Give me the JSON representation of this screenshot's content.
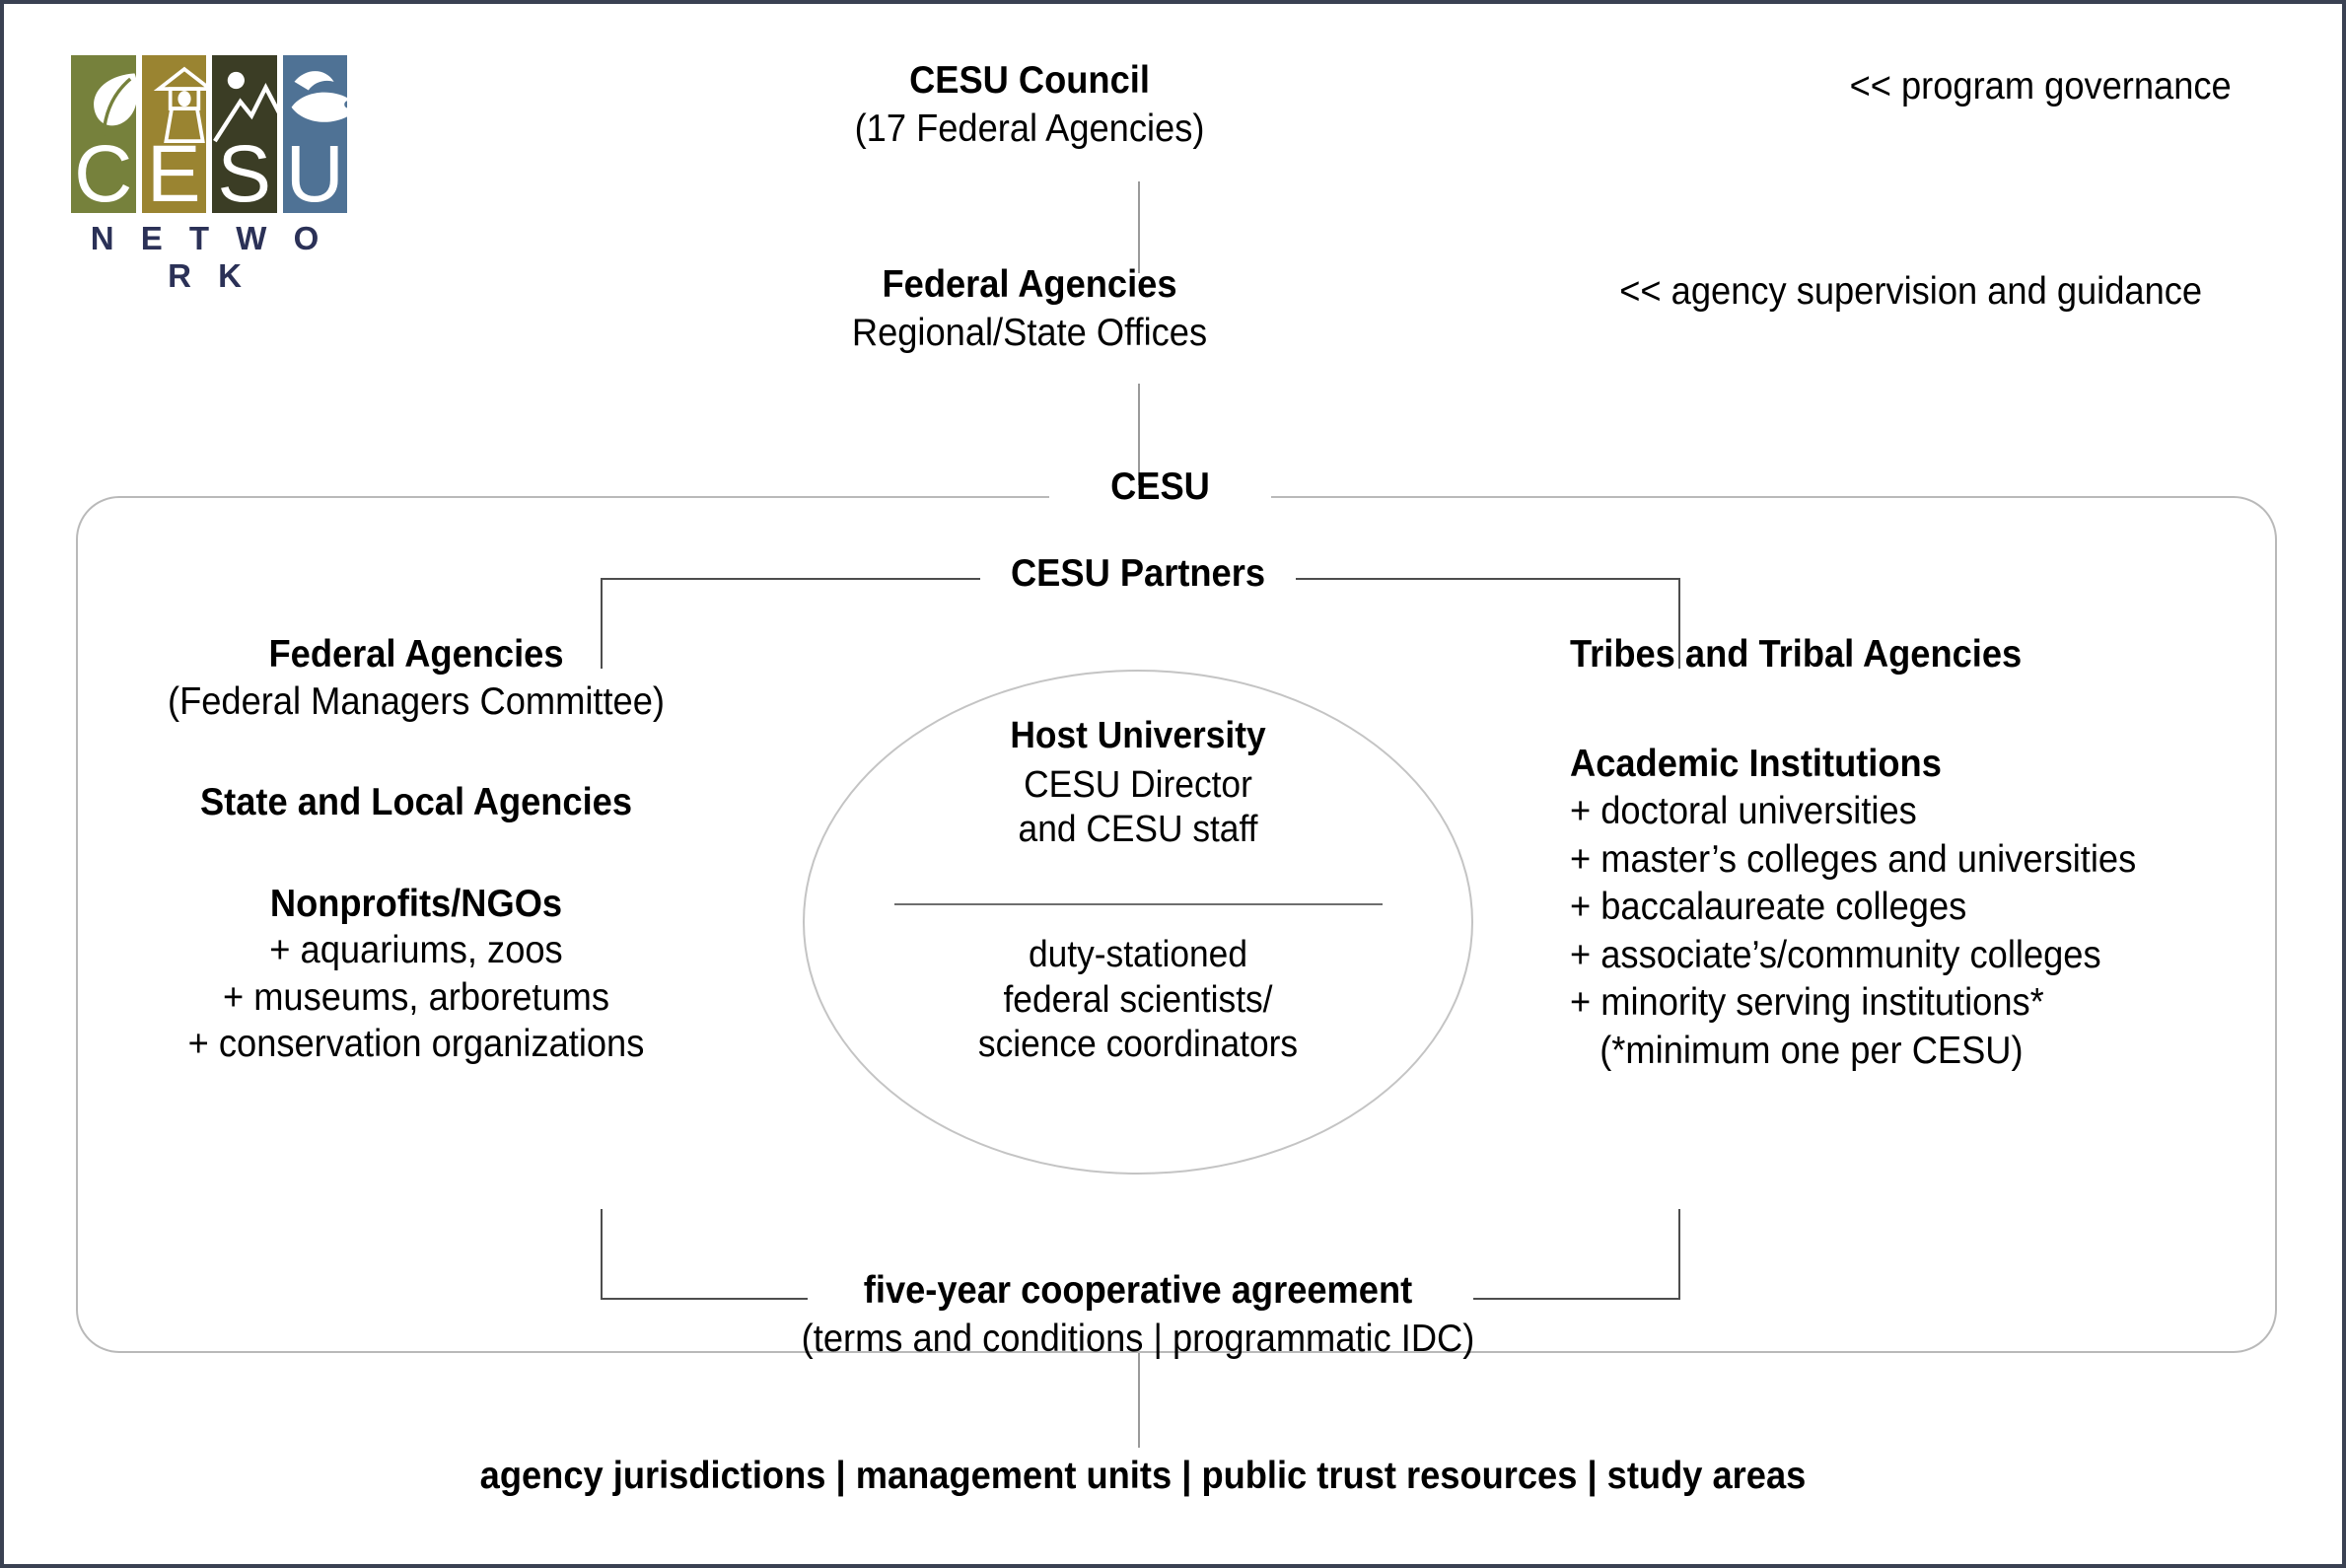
{
  "logo": {
    "name": "CESU Network",
    "letters": [
      "C",
      "E",
      "S",
      "U"
    ],
    "wordmark": "N E T W O R K",
    "icons": [
      "leaf-icon",
      "lighthouse-icon",
      "mountain-icon",
      "fish-icon"
    ],
    "colors": {
      "leaf_panel": "#76813c",
      "lighthouse_panel": "#9a8431",
      "mountain_panel": "#3b3d25",
      "fish_panel": "#4f7295",
      "wordmark": "#2b3157"
    }
  },
  "governance": {
    "council_title": "CESU Council",
    "council_sub": "(17 Federal Agencies)",
    "council_note": "<< program governance",
    "federal_title": "Federal Agencies",
    "federal_sub": "Regional/State Offices",
    "federal_note": "<< agency supervision and guidance"
  },
  "cesu_box": {
    "label": "CESU",
    "partners_label": "CESU Partners",
    "left_column": {
      "group1_title": "Federal Agencies",
      "group1_sub": "(Federal Managers Committee)",
      "group2_title": "State and Local Agencies",
      "group3_title": "Nonprofits/NGOs",
      "group3_items": [
        "+ aquariums, zoos",
        "+ museums, arboretums",
        "+ conservation organizations"
      ]
    },
    "center": {
      "title": "Host University",
      "line1": "CESU Director",
      "line2": "and CESU staff",
      "lower1": "duty-stationed",
      "lower2": "federal scientists/",
      "lower3": "science coordinators"
    },
    "right_column": {
      "group1_title": "Tribes and Tribal Agencies",
      "group2_title": "Academic Institutions",
      "group2_items": [
        "+ doctoral universities",
        "+ master’s colleges and universities",
        "+ baccalaureate colleges",
        "+ associate’s/community colleges",
        "+ minority serving institutions*",
        "   (*minimum one per CESU)"
      ]
    },
    "agreement_title": "five-year cooperative agreement",
    "agreement_sub": "(terms and conditions | programmatic IDC)"
  },
  "footer": {
    "text": "agency jurisdictions | management units | public trust resources | study areas"
  }
}
